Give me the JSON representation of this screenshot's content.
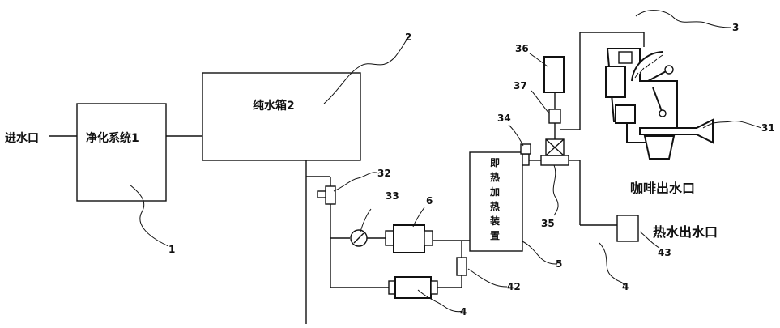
{
  "labels": {
    "inlet": "进水口",
    "purifier": "净化系统1",
    "tank": "纯水箱2",
    "heater": [
      "即",
      "热",
      "加",
      "热",
      "装",
      "置"
    ],
    "coffee_outlet": "咖啡出水口",
    "hot_water_outlet": "热水出水口"
  },
  "callouts": {
    "n1": "1",
    "n2": "2",
    "n3": "3",
    "n4a": "4",
    "n4b": "4",
    "n5": "5",
    "n6": "6",
    "n31": "31",
    "n32": "32",
    "n33": "33",
    "n34": "34",
    "n35": "35",
    "n36": "36",
    "n37": "37",
    "n42": "42",
    "n43": "43"
  }
}
